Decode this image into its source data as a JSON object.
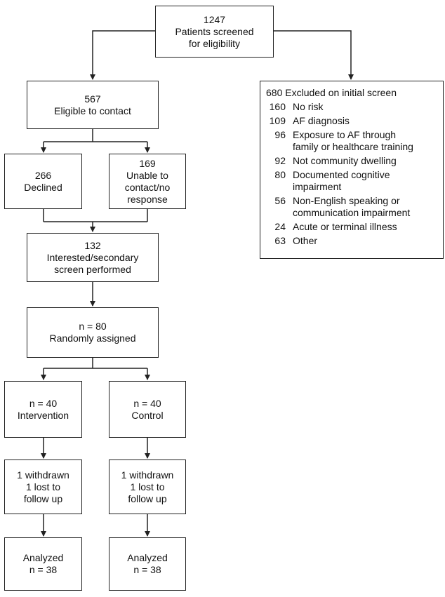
{
  "screened": {
    "count": "1247",
    "lines": [
      "Patients screened",
      "for eligibility"
    ]
  },
  "eligible": {
    "count": "567",
    "lines": [
      "Eligible to contact"
    ]
  },
  "declined": {
    "count": "266",
    "lines": [
      "Declined"
    ]
  },
  "unable": {
    "count": "169",
    "lines": [
      "Unable to",
      "contact/no",
      "response"
    ]
  },
  "interested": {
    "count": "132",
    "lines": [
      "Interested/secondary",
      "screen performed"
    ]
  },
  "randomized": {
    "count": "n = 80",
    "lines": [
      "Randomly assigned"
    ]
  },
  "intervention": {
    "count": "n = 40",
    "lines": [
      "Intervention"
    ]
  },
  "control": {
    "count": "n = 40",
    "lines": [
      "Control"
    ]
  },
  "intervention_withdrawn": {
    "lines": [
      "1 withdrawn",
      "1 lost to",
      "follow up"
    ]
  },
  "control_withdrawn": {
    "lines": [
      "1 withdrawn",
      "1 lost to",
      "follow up"
    ]
  },
  "intervention_analyzed": {
    "lines": [
      "Analyzed",
      "n = 38"
    ]
  },
  "control_analyzed": {
    "lines": [
      "Analyzed",
      "n = 38"
    ]
  },
  "excluded": {
    "title": "680 Excluded on initial screen",
    "items": [
      {
        "count": "160",
        "lines": [
          "No risk"
        ]
      },
      {
        "count": "109",
        "lines": [
          "AF diagnosis"
        ]
      },
      {
        "count": "96",
        "lines": [
          "Exposure to AF through",
          "family or healthcare training"
        ]
      },
      {
        "count": "92",
        "lines": [
          "Not community dwelling"
        ]
      },
      {
        "count": "80",
        "lines": [
          "Documented cognitive",
          "impairment"
        ]
      },
      {
        "count": "56",
        "lines": [
          "Non-English speaking or",
          "communication impairment"
        ]
      },
      {
        "count": "24",
        "lines": [
          "Acute or terminal illness"
        ]
      },
      {
        "count": "63",
        "lines": [
          "Other"
        ]
      }
    ]
  }
}
